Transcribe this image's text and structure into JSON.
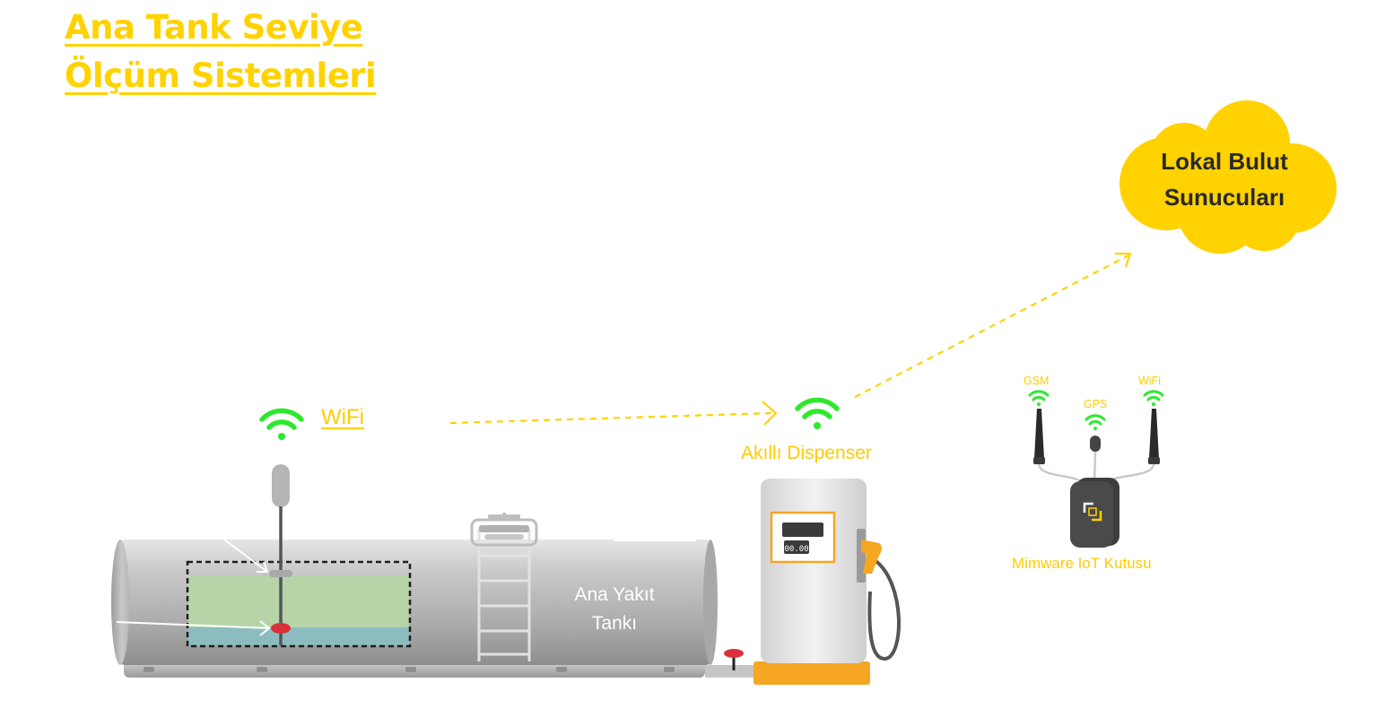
{
  "title": {
    "line1": "Ana Tank Seviye",
    "line2": "Ölçüm Sistemleri"
  },
  "labels": {
    "wifi": "WiFi",
    "dispenser": "Akıllı Dispenser",
    "tank_line1": "Ana Yakıt",
    "tank_line2": "Tankı",
    "cloud_line1": "Lokal Bulut",
    "cloud_line2": "Sunucuları",
    "iot_box": "Mimware IoT Kutusu",
    "antenna_gsm": "GSM",
    "antenna_gps": "GPS",
    "antenna_wifi": "WiFi",
    "dispenser_display": "00.00"
  },
  "colors": {
    "accent": "#ffd200",
    "wifi_signal": "#2ee82e",
    "tank_gray": "#b8b8b8",
    "fuel_green": "#b6d4a8",
    "water_blue": "#8cbcc0",
    "valve_red": "#d9303a",
    "dispenser_base": "#f5a623"
  },
  "icons": [
    "wifi-icon",
    "cloud-icon",
    "antenna-icon",
    "fuel-nozzle-icon",
    "iot-logo-icon"
  ]
}
